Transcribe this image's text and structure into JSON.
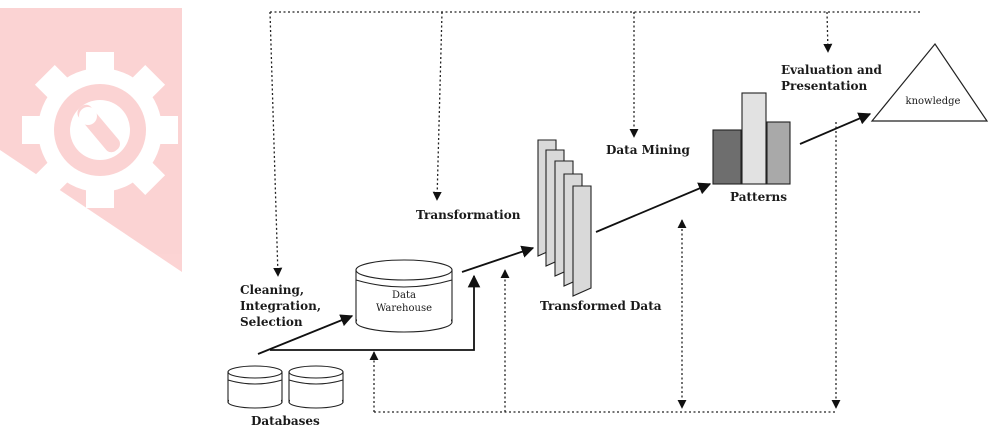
{
  "labels": {
    "cleaning": [
      "Cleaning,",
      "Integration,",
      "Selection"
    ],
    "data_warehouse": [
      "Data",
      "Warehouse"
    ],
    "transformation": "Transformation",
    "transformed_data": "Transformed Data",
    "data_mining": "Data Mining",
    "patterns": "Patterns",
    "evaluation": [
      "Evaluation and",
      "Presentation"
    ],
    "knowledge": "knowledge",
    "databases": "Databases"
  },
  "colors": {
    "watermark": "#f03a3a",
    "pattern_bars": [
      "#6e6e6e",
      "#e2e2e2",
      "#a9a9a9"
    ],
    "stack_fill": "#d9d9d9"
  }
}
